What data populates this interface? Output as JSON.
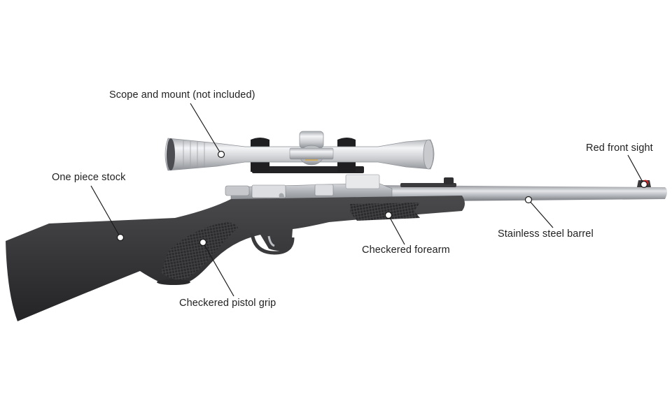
{
  "diagram": {
    "subject": "rifle",
    "callouts": [
      {
        "id": "scope",
        "label": "Scope and mount (not included)"
      },
      {
        "id": "stock",
        "label": "One piece stock"
      },
      {
        "id": "sight",
        "label": "Red front sight"
      },
      {
        "id": "barrel",
        "label": "Stainless steel barrel"
      },
      {
        "id": "forearm",
        "label": "Checkered forearm"
      },
      {
        "id": "grip",
        "label": "Checkered pistol grip"
      }
    ]
  },
  "colors": {
    "stock": "#3a3a3c",
    "steel": "#b9bcc1",
    "scope": "#d9dbde",
    "sight": "#d8262a",
    "leader": "#1a1a1a",
    "text": "#1f1f1f",
    "background": "#ffffff"
  }
}
